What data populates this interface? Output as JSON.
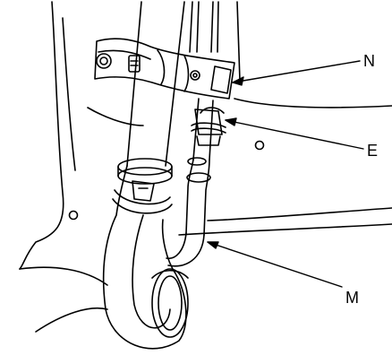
{
  "callouts": {
    "n": "N",
    "e": "E",
    "m": "M"
  },
  "colors": {
    "line": "#000000",
    "background": "#ffffff"
  }
}
